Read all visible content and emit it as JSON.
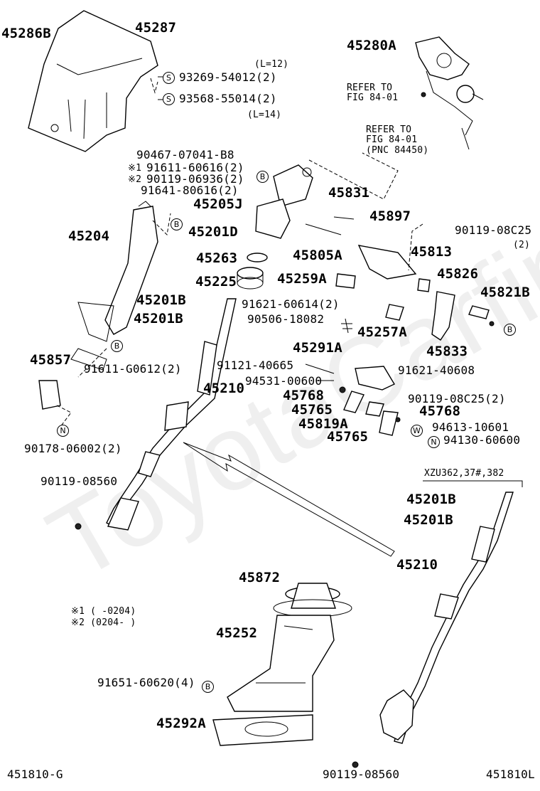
{
  "watermark": "ToyotaCarfine.ru",
  "diagram_code_left": "451810-G",
  "diagram_code_right": "451810L",
  "labels": {
    "p45286B": "45286B",
    "p45287": "45287",
    "l12": "(L=12)",
    "p93269": "93269-54012(2)",
    "p93568": "93568-55014(2)",
    "l14": "(L=14)",
    "p45280A": "45280A",
    "refer1a": "REFER TO",
    "refer1b": "FIG 84-01",
    "refer2a": "REFER TO",
    "refer2b": "FIG 84-01",
    "pnc": "(PNC 84450)",
    "p90467": "90467-07041-B8",
    "p91611_60616": "91611-60616(2)",
    "p90119_06936": "90119-06936(2)",
    "p91641": "91641-80616(2)",
    "p45831": "45831",
    "p45205J": "45205J",
    "p45897": "45897",
    "p45204": "45204",
    "p45201D": "45201D",
    "p90119_08C25a": "90119-08C25",
    "qty2": "(2)",
    "p45263": "45263",
    "p45805A": "45805A",
    "p45813": "45813",
    "p45225": "45225",
    "p45259A": "45259A",
    "p45826": "45826",
    "p45201B_a": "45201B",
    "p45821B": "45821B",
    "p45201B_b": "45201B",
    "p91621_60614": "91621-60614(2)",
    "p90506": "90506-18082",
    "p45257A": "45257A",
    "p45833": "45833",
    "p45857": "45857",
    "p91611_G0612": "91611-G0612(2)",
    "p45291A": "45291A",
    "p91121": "91121-40665",
    "p91621_40608": "91621-40608",
    "p94531": "94531-00600",
    "p45210a": "45210",
    "p45768a": "45768",
    "p90119_08C25b": "90119-08C25(2)",
    "p45765a": "45765",
    "p45768b": "45768",
    "p45819A": "45819A",
    "p94613": "94613-10601",
    "p45765b": "45765",
    "p94130": "94130-60600",
    "p90178": "90178-06002(2)",
    "xzu": "XZU362,37#,382",
    "p90119_08560a": "90119-08560",
    "p45201B_c": "45201B",
    "p45201B_d": "45201B",
    "p45210b": "45210",
    "p45872": "45872",
    "note1": "※1 (      -0204)",
    "note2": "※2 (0204-      )",
    "p45252": "45252",
    "p91651": "91651-60620(4)",
    "p45292A": "45292A",
    "p90119_08560b": "90119-08560",
    "mark1": "※1",
    "mark2": "※2"
  },
  "symbols": {
    "S": "S",
    "B": "B",
    "N": "N",
    "W": "W"
  }
}
